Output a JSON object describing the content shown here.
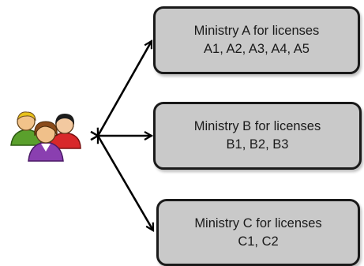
{
  "diagram": {
    "actor": {
      "icon": "people-group-icon"
    },
    "ministries": [
      {
        "title": "Ministry A for licenses",
        "licenses": "A1, A2, A3, A4, A5"
      },
      {
        "title": "Ministry B for licenses",
        "licenses": "B1, B2, B3"
      },
      {
        "title": "Ministry C for licenses",
        "licenses": "C1, C2"
      }
    ],
    "colors": {
      "box_fill": "#c9c9c9",
      "box_border": "#1a1a1a",
      "arrow": "#000000"
    }
  }
}
